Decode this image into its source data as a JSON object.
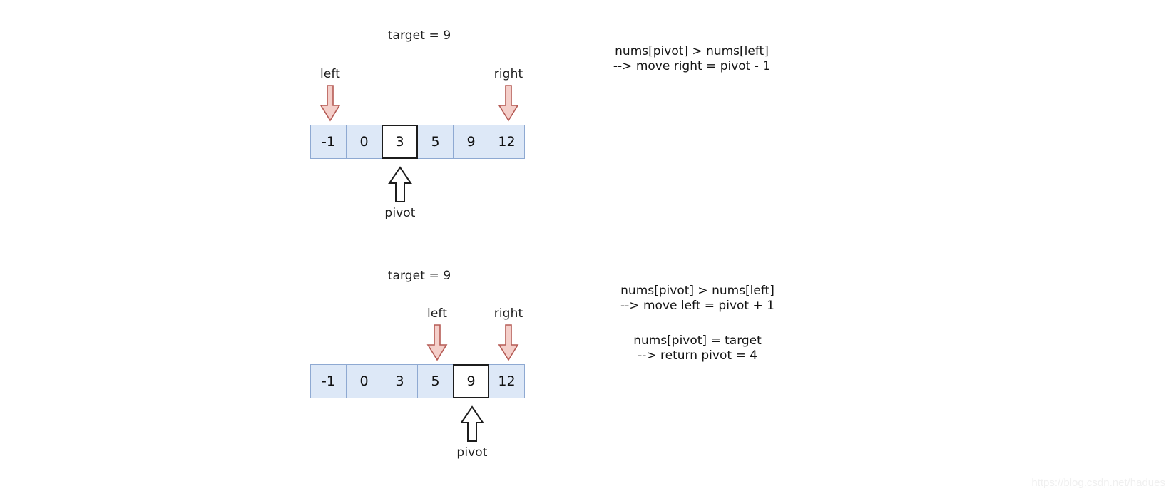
{
  "watermark": "https://blog.csdn.net/hadues",
  "colors": {
    "cell_fill": "#dde8f7",
    "cell_border": "#8ea9d2",
    "pivot_cell_fill": "#ffffff",
    "pivot_cell_border": "#1c1c1c",
    "pointer_arrow_fill": "#f4cfca",
    "pointer_arrow_border": "#b55b55",
    "pivot_arrow_fill": "#ffffff",
    "pivot_arrow_border": "#1c1c1c",
    "text": "#141414",
    "watermark": "#f0f0f0"
  },
  "steps": [
    {
      "id": "step-1",
      "target_label": "target = 9",
      "array": [
        "-1",
        "0",
        "3",
        "5",
        "9",
        "12"
      ],
      "pivot_index": 2,
      "left_index": 0,
      "right_index": 5,
      "left_label": "left",
      "right_label": "right",
      "pivot_label": "pivot",
      "annotations": [
        {
          "id": "annot-1",
          "lines": "nums[pivot] > nums[left]\n--> move right = pivot - 1"
        }
      ]
    },
    {
      "id": "step-2",
      "target_label": "target = 9",
      "array": [
        "-1",
        "0",
        "3",
        "5",
        "9",
        "12"
      ],
      "pivot_index": 4,
      "left_index": 3,
      "right_index": 5,
      "left_label": "left",
      "right_label": "right",
      "pivot_label": "pivot",
      "annotations": [
        {
          "id": "annot-2",
          "lines": "nums[pivot] > nums[left]\n--> move left = pivot + 1"
        },
        {
          "id": "annot-3",
          "lines": "nums[pivot] = target\n--> return pivot = 4"
        }
      ]
    }
  ]
}
